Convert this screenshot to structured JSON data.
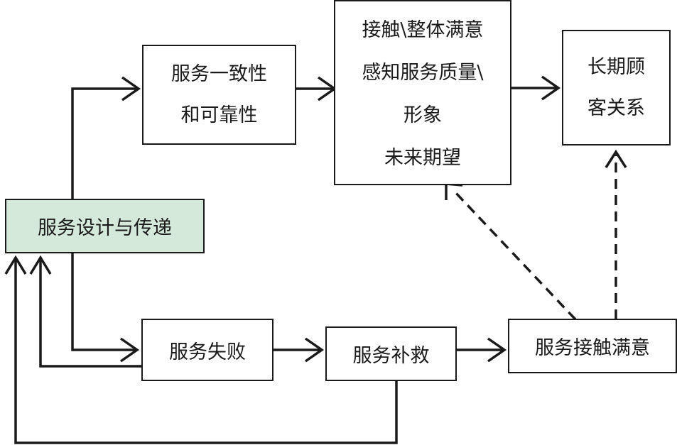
{
  "diagram": {
    "colors": {
      "stroke": "#1a1a1a",
      "design_box_fill": "#d4e9da",
      "box_fill": "#ffffff"
    },
    "nodes": {
      "service_design": {
        "lines": [
          "服务设计与传递"
        ]
      },
      "consistency": {
        "lines": [
          "服务一致性",
          "和可靠性"
        ]
      },
      "perception": {
        "lines": [
          "接触\\整体满意",
          "感知服务质量\\",
          "形象",
          "未来期望"
        ]
      },
      "longterm": {
        "lines": [
          "长期顾",
          "客关系"
        ]
      },
      "failure": {
        "lines": [
          "服务失败"
        ]
      },
      "recovery": {
        "lines": [
          "服务补救"
        ]
      },
      "encounter": {
        "lines": [
          "服务接触满意"
        ]
      }
    },
    "edges": [
      {
        "from": "service_design",
        "to": "consistency",
        "style": "solid"
      },
      {
        "from": "consistency",
        "to": "perception",
        "style": "solid"
      },
      {
        "from": "perception",
        "to": "longterm",
        "style": "solid"
      },
      {
        "from": "service_design",
        "to": "failure",
        "style": "solid"
      },
      {
        "from": "failure",
        "to": "recovery",
        "style": "solid"
      },
      {
        "from": "recovery",
        "to": "encounter",
        "style": "solid"
      },
      {
        "from": "failure",
        "to": "service_design",
        "style": "solid"
      },
      {
        "from": "recovery",
        "to": "service_design",
        "style": "solid"
      },
      {
        "from": "encounter",
        "to": "perception",
        "style": "dashed"
      },
      {
        "from": "encounter",
        "to": "longterm",
        "style": "dashed"
      }
    ]
  }
}
